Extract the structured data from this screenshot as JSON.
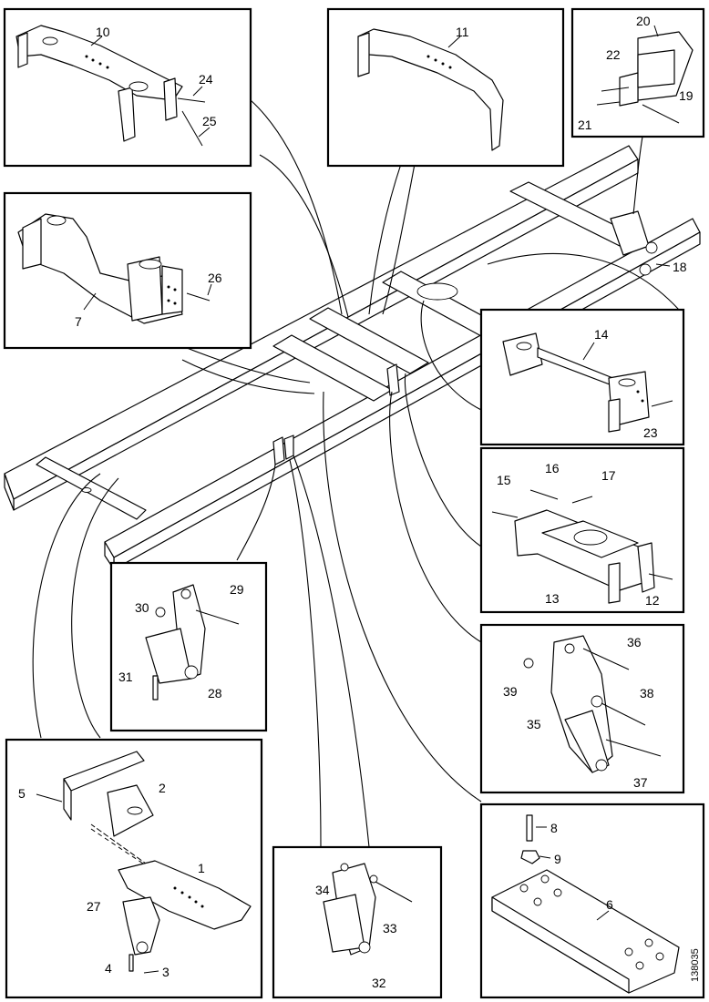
{
  "reference_code": "138035",
  "labels": {
    "p1": "1",
    "p2": "2",
    "p3": "3",
    "p4": "4",
    "p5": "5",
    "p6": "6",
    "p7": "7",
    "p8": "8",
    "p9": "9",
    "p10": "10",
    "p11": "11",
    "p12": "12",
    "p13": "13",
    "p14": "14",
    "p15": "15",
    "p16": "16",
    "p17": "17",
    "p18": "18",
    "p19": "19",
    "p20": "20",
    "p21": "21",
    "p22": "22",
    "p23": "23",
    "p24": "24",
    "p25": "25",
    "p26": "26",
    "p27": "27",
    "p28": "28",
    "p29": "29",
    "p30": "30",
    "p31": "31",
    "p32": "32",
    "p33": "33",
    "p34": "34",
    "p35": "35",
    "p36": "36",
    "p37": "37",
    "p38": "38",
    "p39": "39"
  }
}
